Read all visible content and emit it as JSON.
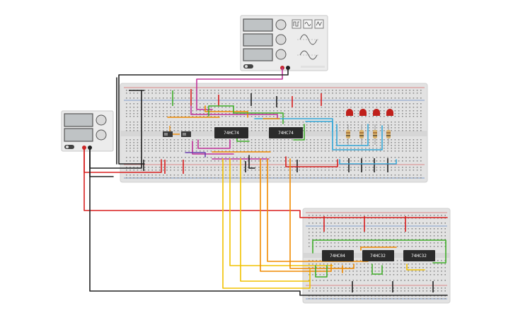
{
  "chips": {
    "main_left": "74HC74",
    "main_right": "74HC74",
    "small_1": "74HC04",
    "small_2": "74HC32",
    "small_3": "74HC32"
  },
  "function_generator": {
    "waveforms": [
      "square",
      "sine",
      "triangle"
    ],
    "wave_icons": [
      "square-wave-icon",
      "sine-wave-icon",
      "triangle-wave-icon"
    ],
    "label_unreadable": true
  },
  "power_supply": {
    "displays": 2,
    "knobs": 2
  },
  "led_count": 4,
  "colors": {
    "breadboard": "#e0e0e0",
    "rail_red": "#d32f2f",
    "rail_blue": "#1f5bb5",
    "chip": "#2b2b2b",
    "led": "#c0201b",
    "wire_orange": "#f08a00",
    "wire_yellow": "#f2c200",
    "wire_green": "#3fae2a",
    "wire_blue": "#35a8d8",
    "wire_magenta": "#c0339a",
    "wire_purple": "#6a3fb0",
    "wire_red": "#d81e1e",
    "wire_black": "#222222"
  }
}
